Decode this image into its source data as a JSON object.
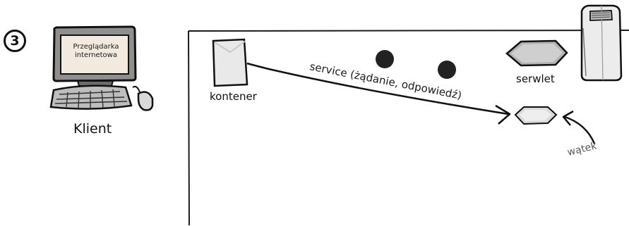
{
  "step": {
    "number": "3"
  },
  "client": {
    "screen_text": "Przeglądarka internetowa",
    "label": "Klient"
  },
  "container": {
    "label": "kontener"
  },
  "servlet": {
    "label": "serwlet"
  },
  "thread": {
    "label": "wątek"
  },
  "call": {
    "label": "service (żądanie, odpowiedź)"
  },
  "colors": {
    "outline": "#111111",
    "gray_fill": "#bdbdbd",
    "light_gray": "#e6e6e6",
    "screen_fill": "#f3eadf",
    "object_dot": "#222222"
  }
}
